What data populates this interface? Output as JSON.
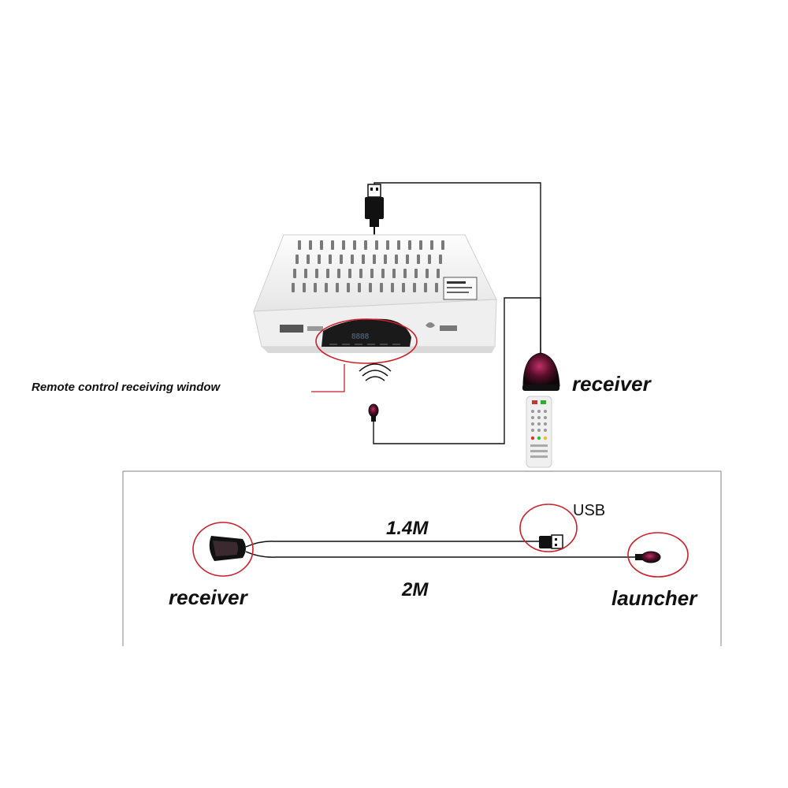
{
  "labels": {
    "remote_window": "Remote control receiving window",
    "receiver_top": "receiver",
    "usb": "USB",
    "length_usb_cable": "1.4M",
    "length_launcher_cable": "2M",
    "receiver_bottom": "receiver",
    "launcher": "launcher"
  },
  "colors": {
    "highlight_circle": "#cc1f2a",
    "cable": "#111111",
    "device_body": "#f2f2f2",
    "ir_eye": "#7a1030"
  }
}
